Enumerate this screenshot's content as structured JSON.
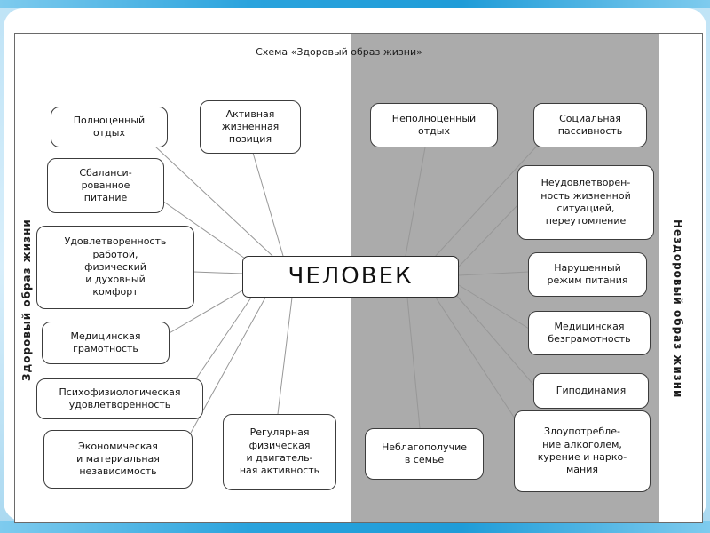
{
  "title": "Схема «Здоровый образ жизни»",
  "center": {
    "label": "ЧЕЛОВЕК"
  },
  "colors": {
    "healthy_background": "#ffffff",
    "unhealthy_background": "#ababab",
    "accent_bar": "#2aa3dd",
    "node_border": "#3c3c3c",
    "connector": "#979797"
  },
  "left_section": {
    "side_label": "Здоровый образ жизни",
    "nodes": [
      {
        "text": "Полноценный\nотдых"
      },
      {
        "text": "Активная\nжизненная\nпозиция"
      },
      {
        "text": "Сбаланси-\nрованное\nпитание"
      },
      {
        "text": "Удовлетворенность\nработой,\nфизический\nи духовный\nкомфорт"
      },
      {
        "text": "Медицинская\nграмотность"
      },
      {
        "text": "Психофизиологическая\nудовлетворенность"
      },
      {
        "text": "Экономическая\nи материальная\nнезависимость"
      },
      {
        "text": "Регулярная\nфизическая\nи двигатель-\nная активность"
      }
    ]
  },
  "right_section": {
    "side_label": "Нездоровый образ жизни",
    "nodes": [
      {
        "text": "Неполноценный\nотдых"
      },
      {
        "text": "Социальная\nпассивность"
      },
      {
        "text": "Неудовлетворен-\nность жизненной\nситуацией,\nпереутомление"
      },
      {
        "text": "Нарушенный\nрежим питания"
      },
      {
        "text": "Медицинская\nбезграмотность"
      },
      {
        "text": "Гиподинамия"
      },
      {
        "text": "Неблагополучие\nв семье"
      },
      {
        "text": "Злоупотребле-\nние алкоголем,\nкурение и нарко-\nмания"
      }
    ]
  }
}
